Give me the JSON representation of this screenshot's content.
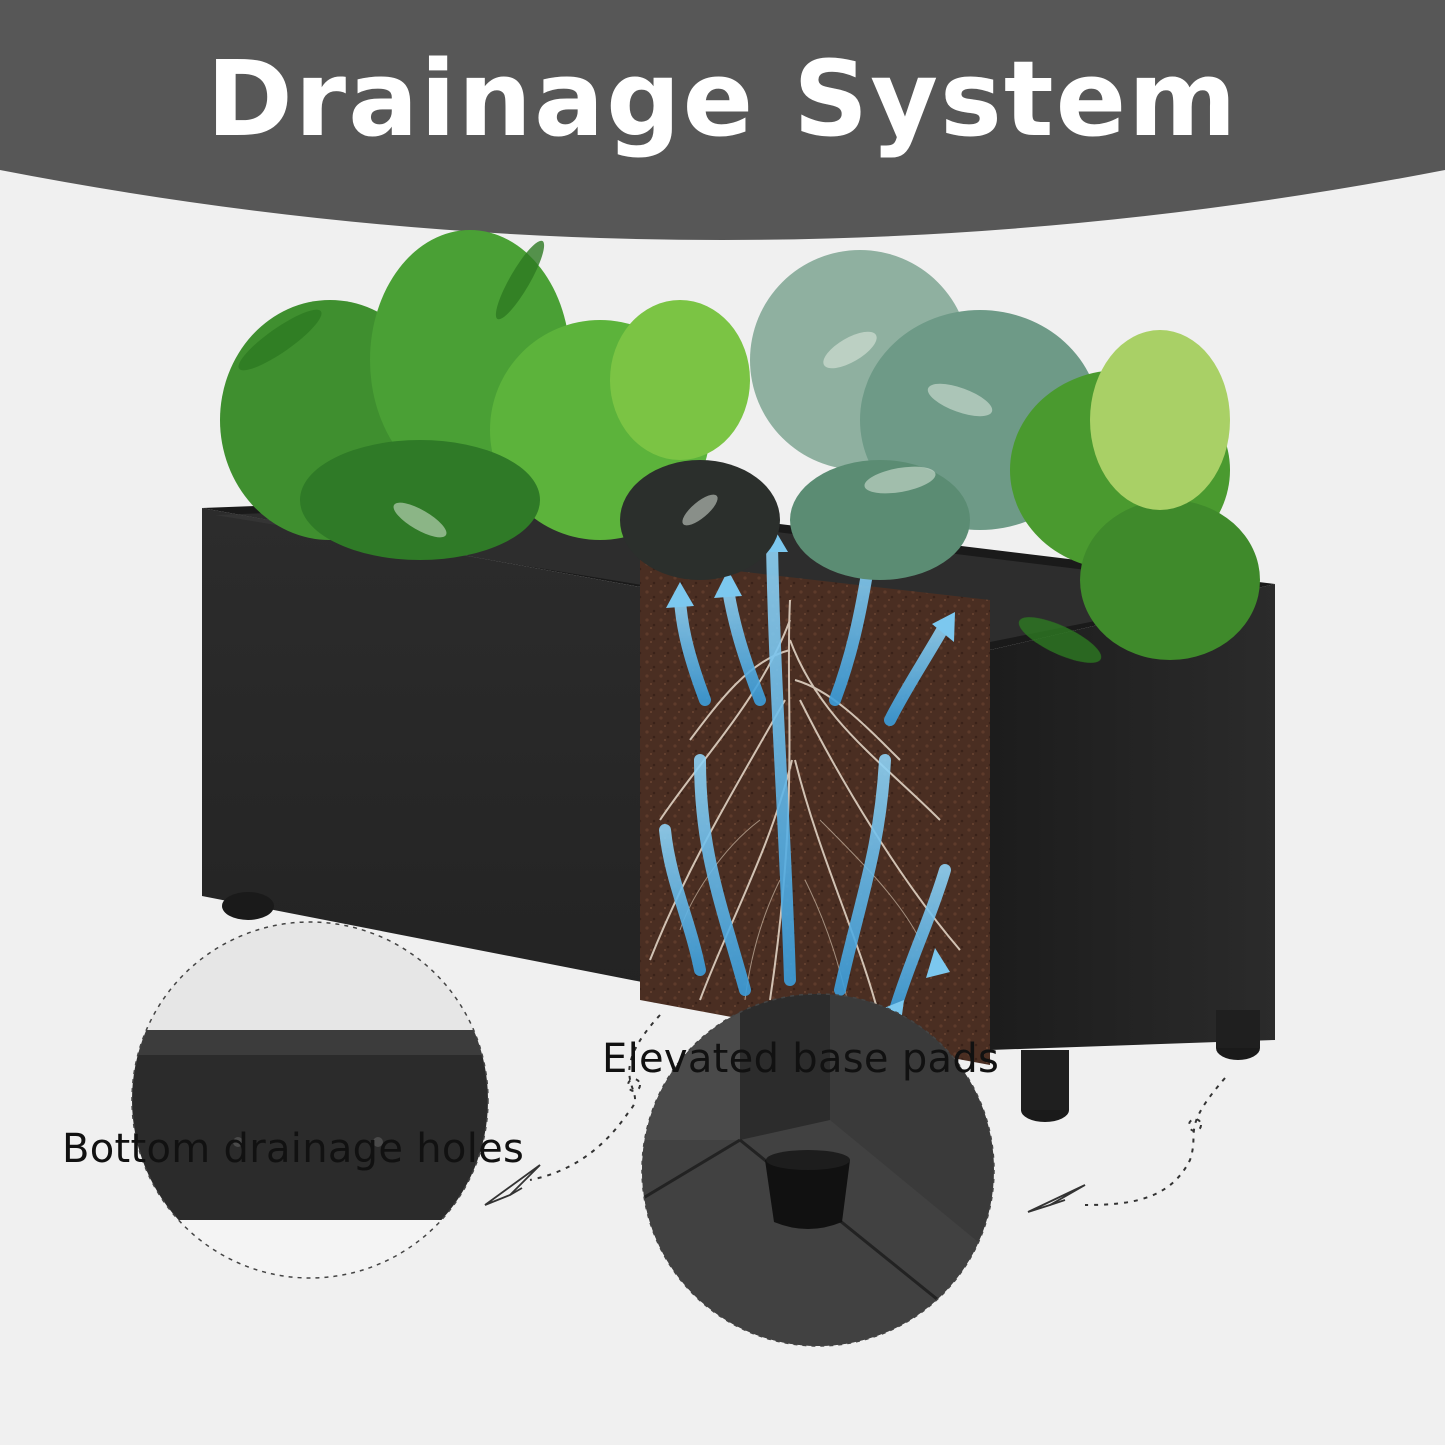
{
  "header": {
    "title": "Drainage System",
    "background_color": "#575757",
    "text_color": "#ffffff"
  },
  "callouts": [
    {
      "label": "Bottom drainage holes",
      "icon": "paper-plane-icon"
    },
    {
      "label": "Elevated base pads",
      "icon": "paper-plane-icon"
    }
  ],
  "colors": {
    "background": "#f0f0f0",
    "planter": "#2a2a2a",
    "soil": "#4a2e22",
    "water_arrows": "#5fb7e8",
    "foliage": "#3f8f2f"
  }
}
